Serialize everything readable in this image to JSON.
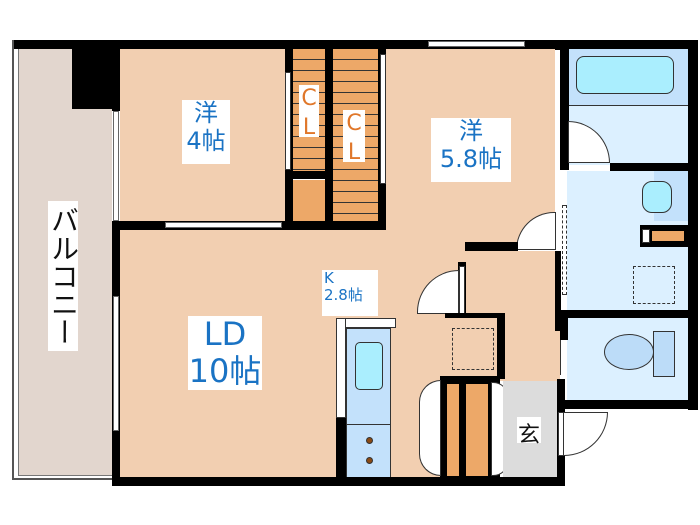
{
  "floor_plan": {
    "rooms": {
      "balcony": {
        "label": "バルコニー"
      },
      "western_room_1": {
        "label_type": "洋",
        "label_size": "4帖"
      },
      "western_room_2": {
        "label_type": "洋",
        "label_size": "5.8帖"
      },
      "closet_1": {
        "label_c": "C",
        "label_l": "L"
      },
      "closet_2": {
        "label_c": "C",
        "label_l": "L"
      },
      "kitchen": {
        "label_type": "K",
        "label_size": "2.8帖"
      },
      "living_dining": {
        "label_type": "LD",
        "label_size": "10帖"
      },
      "entrance": {
        "label": "玄"
      }
    },
    "colors": {
      "room_floor": "#f2cfb1",
      "balcony": "#e2d6ce",
      "closet": "#eda868",
      "wet_area": "#dcf0ff",
      "entrance": "#dcdcdc",
      "room_label_text": "#1a73c4",
      "closet_label_text": "#e0772a",
      "wall": "#000000"
    }
  }
}
